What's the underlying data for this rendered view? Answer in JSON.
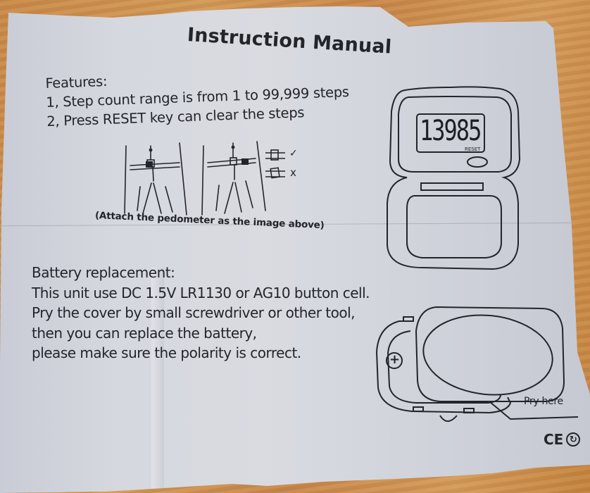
{
  "document": {
    "title": "Instruction Manual",
    "features": {
      "heading": "Features:",
      "items": [
        "1, Step count range is from 1 to 99,999 steps",
        "2, Press RESET key can clear the steps"
      ]
    },
    "belt_diagram": {
      "correct_mark": "✓",
      "incorrect_mark": "x",
      "caption": "(Attach the pedometer as the image above)"
    },
    "pedometer_illustration": {
      "display_value": "13985",
      "button_label": "RESET"
    },
    "battery": {
      "heading": "Battery replacement:",
      "lines": [
        "This unit use DC 1.5V LR1130 or AG10 button cell.",
        "Pry the cover by small screwdriver or other tool,",
        "then you can replace the battery,",
        "please make sure the polarity is correct."
      ]
    },
    "battery_illustration": {
      "polarity_symbol": "+",
      "callout_label": "Pry here"
    },
    "certification_marks": {
      "ce": "CE",
      "recycle_symbol": "↻"
    }
  },
  "colors": {
    "paper": "#d6d8df",
    "ink": "#23252b",
    "wood": "#c98a4a"
  }
}
